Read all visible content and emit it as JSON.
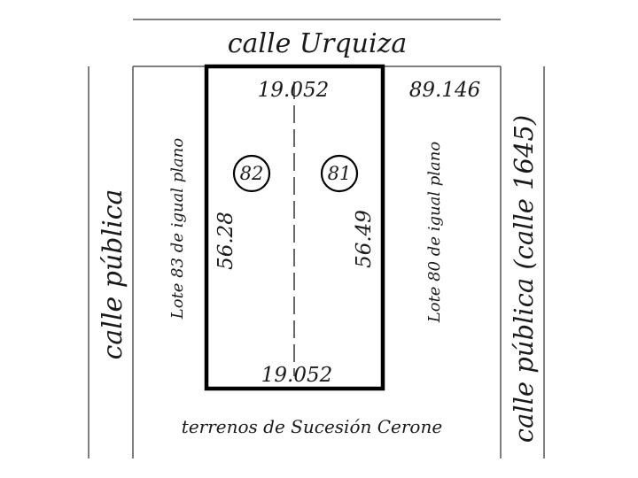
{
  "streets": {
    "top": "calle Urquiza",
    "left": "calle pública",
    "right": "calle pública (calle 1645)"
  },
  "neighbors": {
    "left": "Lote 83 de igual plano",
    "right": "Lote 80 de igual plano",
    "bottom": "terrenos de Sucesión Cerone"
  },
  "dimensions": {
    "top": "19.052",
    "bottom": "19.052",
    "left": "56.28",
    "right": "56.49",
    "corner": "89.146"
  },
  "lots": {
    "left": "82",
    "right": "81"
  }
}
